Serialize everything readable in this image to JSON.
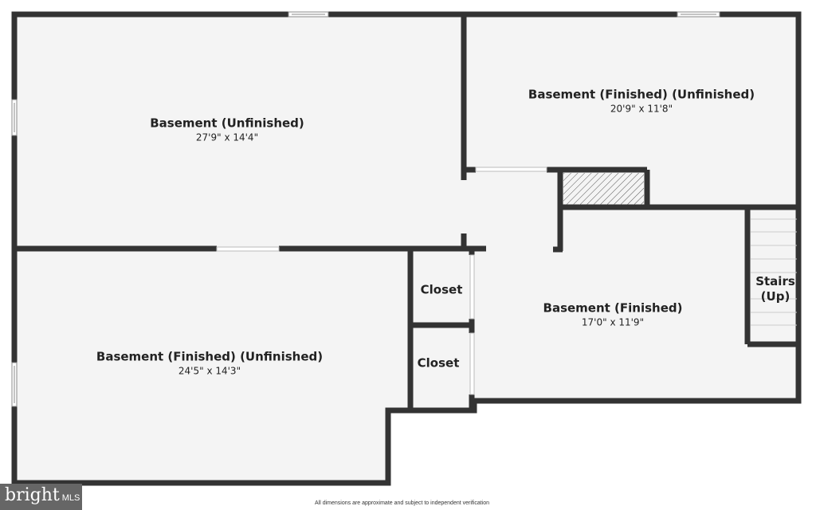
{
  "rooms": [
    {
      "name": "Basement (Unfinished)",
      "dimensions": "27'9\" x 14'4\""
    },
    {
      "name": "Basement (Finished) (Unfinished)",
      "dimensions": "20'9\" x 11'8\""
    },
    {
      "name": "Basement (Finished)",
      "dimensions": "17'0\" x 11'9\""
    },
    {
      "name": "Basement (Finished) (Unfinished)",
      "dimensions": "24'5\" x 14'3\""
    },
    {
      "name": "Closet"
    },
    {
      "name": "Closet"
    },
    {
      "name": "Stairs (Up)"
    }
  ],
  "footer": "All dimensions are approximate and subject to independent verification",
  "logo": {
    "text": "bright",
    "suffix": "MLS"
  },
  "colors": {
    "wall": "#333333",
    "floor": "#f4f4f4"
  }
}
